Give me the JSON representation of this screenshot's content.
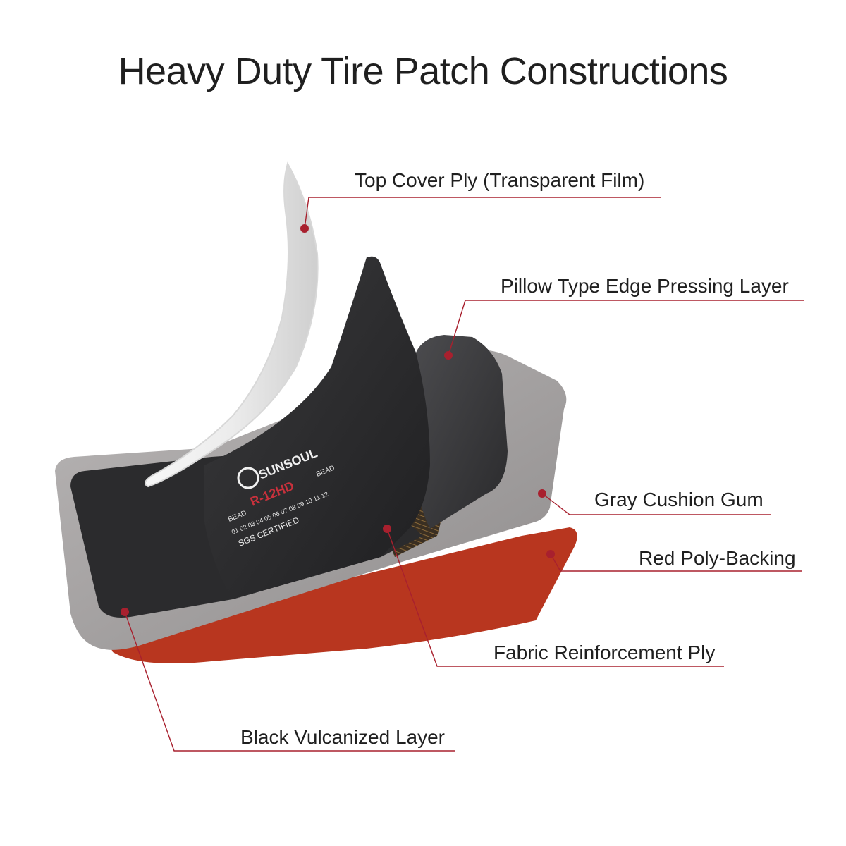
{
  "title": "Heavy Duty Tire Patch Constructions",
  "labels": {
    "top_cover": "Top Cover Ply (Transparent Film)",
    "pillow_edge": "Pillow Type Edge Pressing Layer",
    "gray_cushion": "Gray Cushion Gum",
    "red_backing": "Red Poly-Backing",
    "fabric_ply": "Fabric Reinforcement Ply",
    "black_layer": "Black Vulcanized Layer"
  },
  "patch_print": {
    "brand": "SUNSOUL",
    "model": "R-12HD",
    "bead_left": "BEAD",
    "bead_right": "BEAD",
    "numbers": [
      "01",
      "02",
      "03",
      "04",
      "05",
      "06",
      "07",
      "08",
      "09",
      "10",
      "11",
      "12"
    ],
    "certification": "SGS CERTIFIED"
  },
  "colors": {
    "accent": "#a8202e",
    "red_backing": "#b8361f",
    "gray_cushion": "#a9a6a6",
    "black_layer": "#2b2b2d"
  }
}
